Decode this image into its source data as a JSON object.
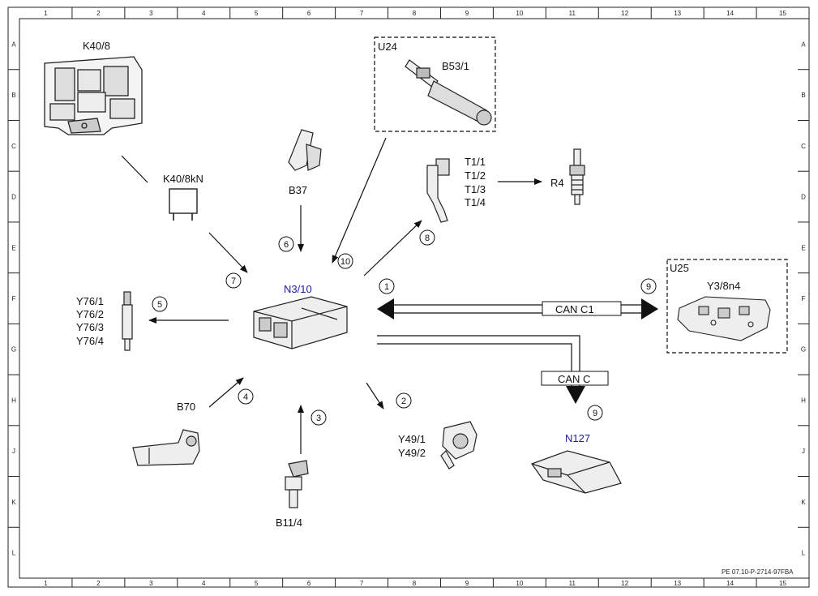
{
  "grid": {
    "columns": [
      "1",
      "2",
      "3",
      "4",
      "5",
      "6",
      "7",
      "8",
      "9",
      "10",
      "11",
      "12",
      "13",
      "14",
      "15"
    ],
    "rows": [
      "A",
      "B",
      "C",
      "D",
      "E",
      "F",
      "G",
      "H",
      "J",
      "K",
      "L"
    ]
  },
  "labels": {
    "k40_8": "K40/8",
    "k40_8kn": "K40/8kN",
    "u24": "U24",
    "b53_1": "B53/1",
    "b37": "B37",
    "t1": [
      "T1/1",
      "T1/2",
      "T1/3",
      "T1/4"
    ],
    "r4": "R4",
    "u25": "U25",
    "y3_8n4": "Y3/8n4",
    "n3_10": "N3/10",
    "y76": [
      "Y76/1",
      "Y76/2",
      "Y76/3",
      "Y76/4"
    ],
    "b70": "B70",
    "b11_4": "B11/4",
    "y49": [
      "Y49/1",
      "Y49/2"
    ],
    "n127": "N127",
    "can_c1": "CAN C1",
    "can_c": "CAN C",
    "reference": "PE 07.10-P-2714-97FBA"
  },
  "callouts": [
    "1",
    "2",
    "3",
    "4",
    "5",
    "6",
    "7",
    "8",
    "9",
    "9",
    "10"
  ],
  "colors": {
    "line": "#111111",
    "highlight": "#1a1aa0"
  },
  "icons": [
    "relay-icon",
    "connector-icon",
    "sensor-icon",
    "spark-plug-icon",
    "control-unit-icon",
    "injector-icon"
  ]
}
